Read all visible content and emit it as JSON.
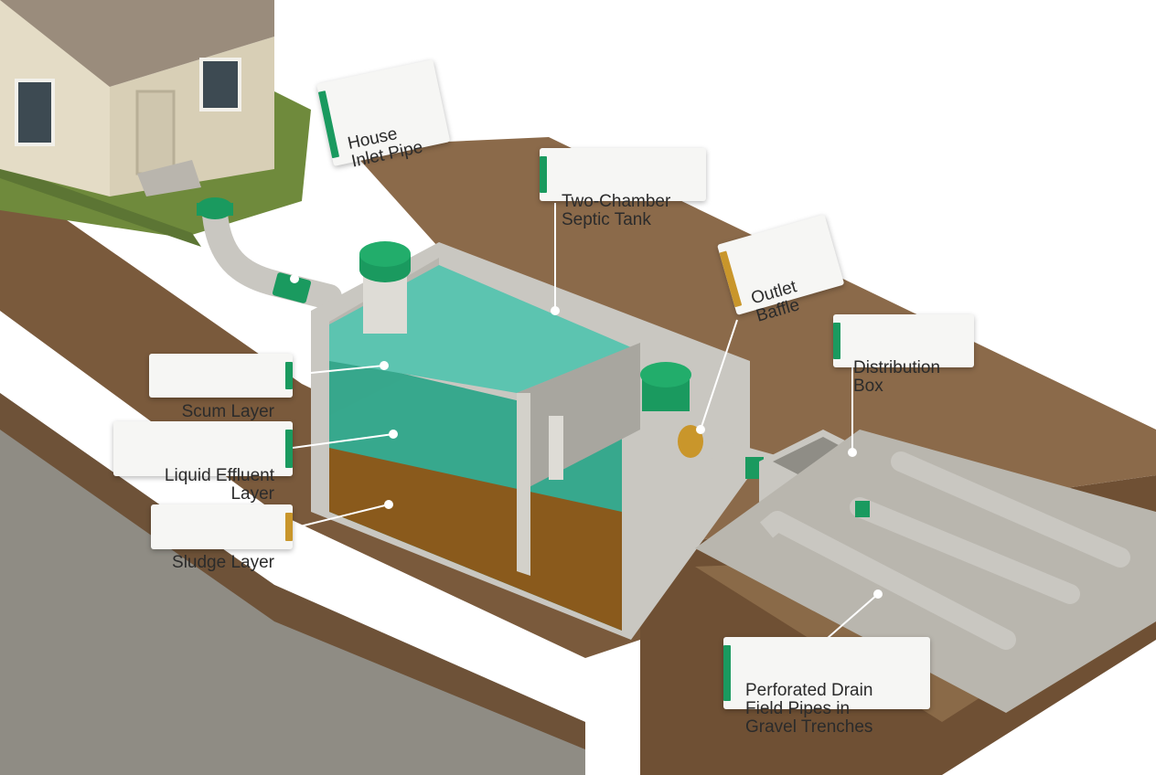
{
  "colors": {
    "accent_green": "#1a9a5f",
    "accent_gold": "#c9962b",
    "water": "#2fa68a",
    "sludge": "#8a5a1c",
    "concrete": "#c9c7c1",
    "soil": "#7a5a3c",
    "grass": "#6f8a3c",
    "gravel": "#b9b6ae"
  },
  "labels": {
    "house_inlet_pipe": {
      "text": "House\nInlet Pipe",
      "bar_color": "green"
    },
    "two_chamber_tank": {
      "text": "Two-Chamber\nSeptic Tank",
      "bar_color": "green"
    },
    "outlet_baffle": {
      "text": "Outlet\nBaffle",
      "bar_color": "gold"
    },
    "distribution_box": {
      "text": "Distribution\nBox",
      "bar_color": "green"
    },
    "scum_layer": {
      "text": "Scum Layer",
      "bar_color": "green"
    },
    "liquid_effluent": {
      "text": "Liquid Effluent\nLayer",
      "bar_color": "green"
    },
    "sludge_layer": {
      "text": "Sludge Layer",
      "bar_color": "gold"
    },
    "drain_field": {
      "text": "Perforated Drain\nField Pipes in\nGravel Trenches",
      "bar_color": "green"
    }
  }
}
